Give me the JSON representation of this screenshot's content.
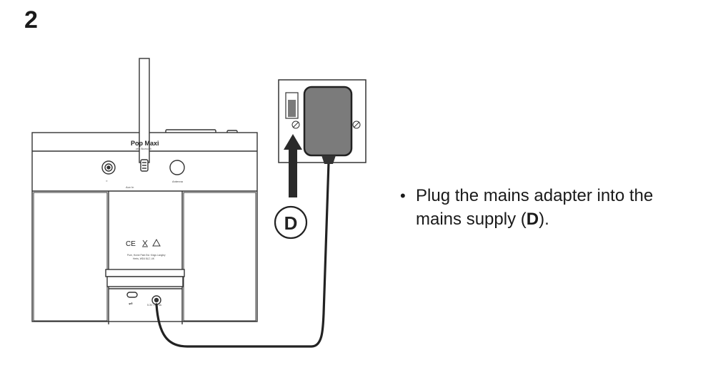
{
  "step": {
    "number": "2"
  },
  "diagram": {
    "device_brand": "Pop Maxi",
    "device_subtitle": "with Bluetooth",
    "aux_in_label": "Aux In",
    "antenna_label": "Antenna",
    "address_line1": "Pure, Home Park Est. Kings Langley",
    "address_line2": "Herts, WD4 8LZ, UK",
    "callout_letter": "D",
    "power_rating": "5.3V === 3A"
  },
  "instruction": {
    "bullet": "•",
    "text_part1": "Plug the mains adapter into the mains supply (",
    "text_bold": "D",
    "text_part2": ")."
  }
}
